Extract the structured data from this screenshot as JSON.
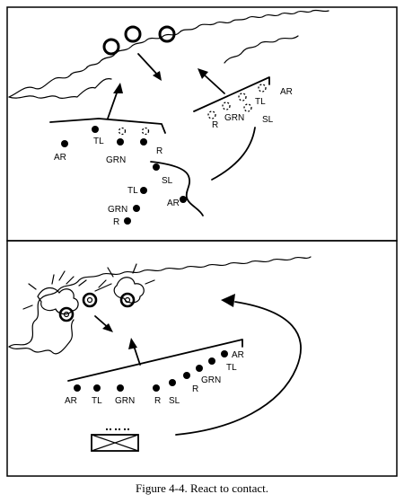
{
  "panel_top": {
    "left_team": [
      "AR",
      "TL",
      "GRN",
      "R"
    ],
    "right_team": [
      "AR",
      "TL",
      "GRN",
      "SL",
      "R"
    ],
    "column": [
      "SL",
      "TL",
      "AR",
      "GRN",
      "R"
    ]
  },
  "panel_bottom": {
    "line_labels": [
      "AR",
      "TL",
      "GRN",
      "R",
      "SL",
      "R",
      "GRN",
      "TL",
      "AR"
    ]
  },
  "caption": "Figure 4-4. React to contact."
}
